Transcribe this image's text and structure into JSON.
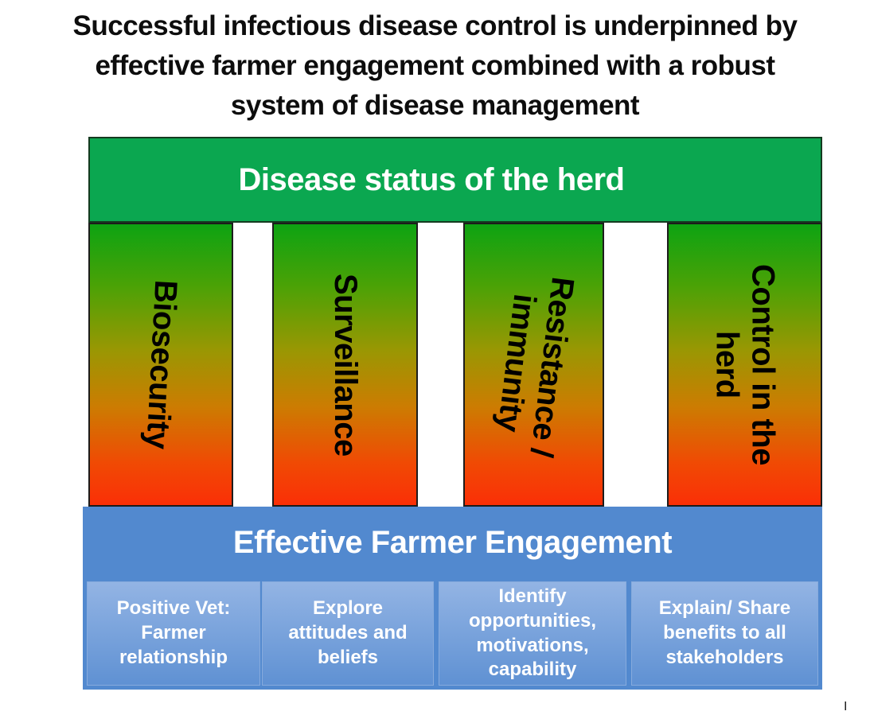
{
  "title": "Successful infectious disease control is underpinned by\neffective farmer engagement combined with a robust\nsystem of disease management",
  "diagram": {
    "top_band": {
      "label": "Disease status of the herd"
    },
    "pillars": [
      {
        "label": "Biosecurity"
      },
      {
        "label": "Surveillance"
      },
      {
        "label": "Resistance /\nimmunity"
      },
      {
        "label": "Control in the\nherd"
      }
    ],
    "engagement_band": {
      "label": "Effective Farmer Engagement"
    },
    "engagement_items": [
      {
        "label": "Positive Vet:\nFarmer\nrelationship"
      },
      {
        "label": "Explore\nattitudes and\nbeliefs"
      },
      {
        "label": "Identify\nopportunities,\nmotivations,\ncapability"
      },
      {
        "label": "Explain/ Share\nbenefits to all\nstakeholders"
      }
    ],
    "colors": {
      "band_green": "#0ba750",
      "pillar_top": "#0da312",
      "pillar_mid": "#9a9703",
      "pillar_bottom": "#fb2f07",
      "band_blue": "#5289cf",
      "box_blue_top": "#93b4e4",
      "box_blue_bottom": "#5f91d3"
    }
  },
  "footer": {
    "mark": "I"
  }
}
